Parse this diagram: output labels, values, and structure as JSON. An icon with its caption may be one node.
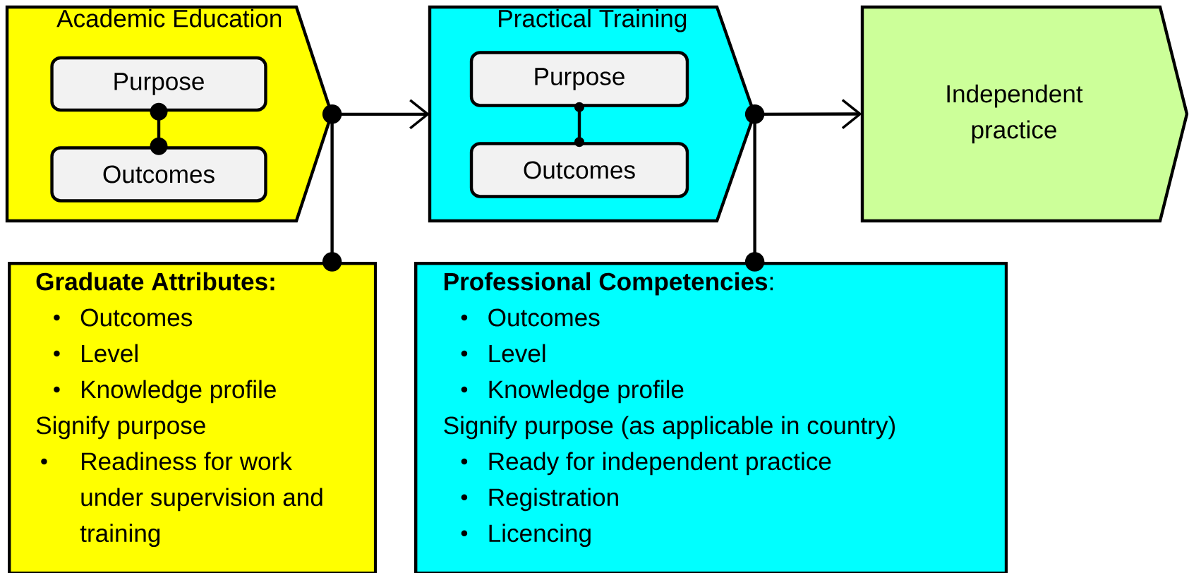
{
  "diagram": {
    "nodes": [
      {
        "text": [
          "Academic Education"
        ]
      },
      {
        "text": [
          "Purpose"
        ],
        "in": 0
      },
      {
        "text": [
          "Outcomes"
        ],
        "in": 0
      },
      {
        "text": [
          "Practical Training"
        ]
      },
      {
        "text": [
          "Purpose"
        ],
        "in": 3
      },
      {
        "text": [
          "Outcomes"
        ],
        "in": 3
      },
      {
        "text": [
          "Independent practice"
        ]
      },
      {
        "text": [
          "**Graduate Attributes:**",
          "Outcomes",
          "Level",
          "Knowledge profile",
          "Signify purpose",
          "Readiness for work under supervision and training"
        ]
      },
      {
        "text": [
          "**Professional Competencies**:",
          "Outcomes",
          "Level",
          "Knowledge profile",
          "Signify purpose (as applicable in country)",
          "Ready for independent practice",
          "Registration",
          "Licencing"
        ]
      }
    ],
    "edges": [
      {
        "from": 1,
        "to": 2,
        "arrow": "other"
      },
      {
        "from": 4,
        "to": 5,
        "arrow": "other"
      },
      {
        "from": 0,
        "to": 3,
        "arrow": "to"
      },
      {
        "from": 3,
        "to": 6,
        "arrow": "to"
      },
      {
        "from": 0,
        "to": 7,
        "arrow": "other"
      },
      {
        "from": 3,
        "to": 8,
        "arrow": "other"
      }
    ]
  }
}
